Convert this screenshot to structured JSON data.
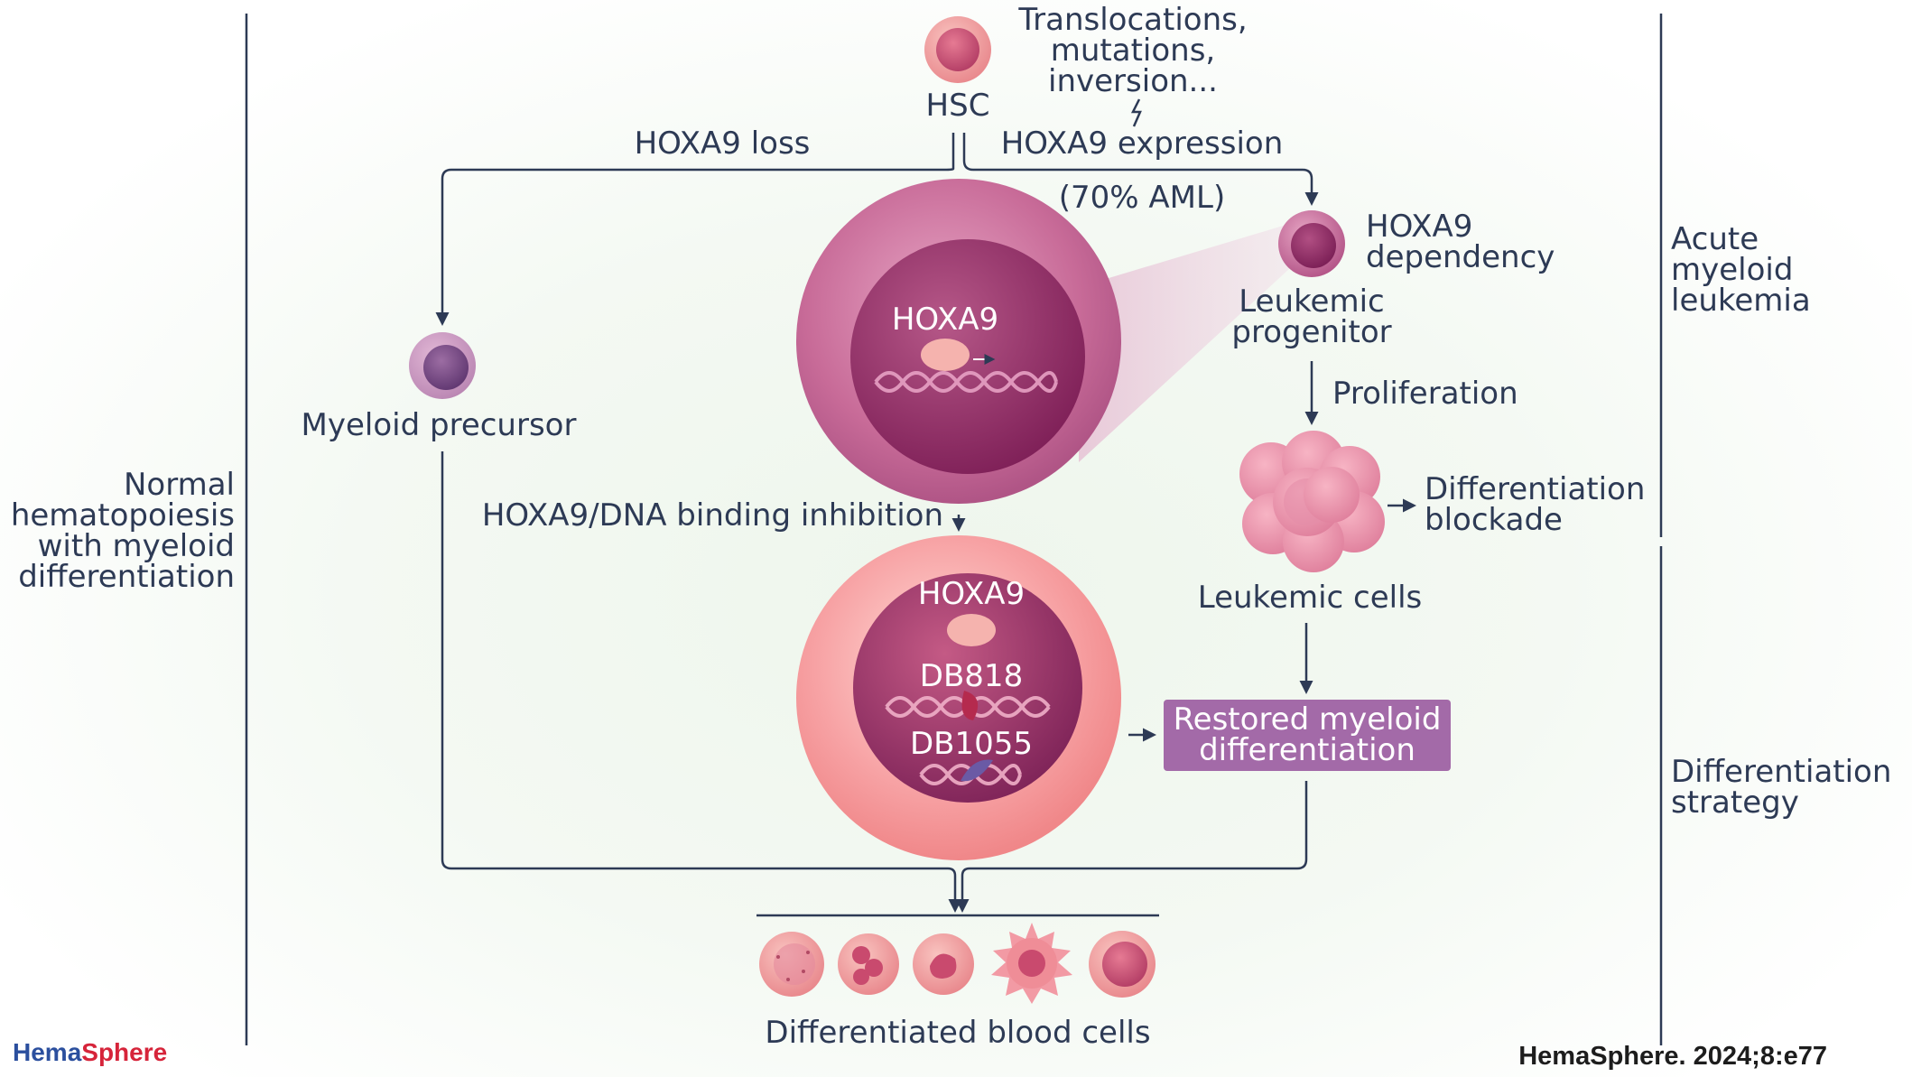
{
  "top": {
    "hsc": "HSC",
    "trigger_lines": [
      "Translocations,",
      "mutations,",
      "inversion..."
    ],
    "hoxa9_loss": "HOXA9 loss",
    "hoxa9_expression": "HOXA9 expression",
    "aml_pct": "(70% AML)"
  },
  "left": {
    "myeloid_precursor": "Myeloid precursor",
    "side_label_lines": [
      "Normal",
      "hematopoiesis",
      "with myeloid",
      "differentiation"
    ]
  },
  "right": {
    "hoxa9_dependency_lines": [
      "HOXA9",
      "dependency"
    ],
    "progenitor_lines": [
      "Leukemic",
      "progenitor"
    ],
    "proliferation": "Proliferation",
    "blockade_lines": [
      "Differentiation",
      "blockade"
    ],
    "leukemic_cells": "Leukemic cells",
    "aml_label_lines": [
      "Acute",
      "myeloid",
      "leukemia"
    ],
    "strategy_lines": [
      "Differentiation",
      "strategy"
    ]
  },
  "center": {
    "hoxa9_top": "HOXA9",
    "binding_inhibition": "HOXA9/DNA binding inhibition",
    "hoxa9_bottom": "HOXA9",
    "db818": "DB818",
    "db1055": "DB1055",
    "restored_lines": [
      "Restored myeloid",
      "differentiation"
    ]
  },
  "bottom": {
    "differentiated": "Differentiated blood cells"
  },
  "footer": {
    "brand_part1": "Hema",
    "brand_part2": "Sphere",
    "citation": "HemaSphere. 2024;8:e77"
  },
  "colors": {
    "text": "#2d3a55",
    "line": "#2d3a55",
    "restored_box": "#a36aa8",
    "brand_blue": "#2b4f9e",
    "brand_red": "#d6243a"
  }
}
